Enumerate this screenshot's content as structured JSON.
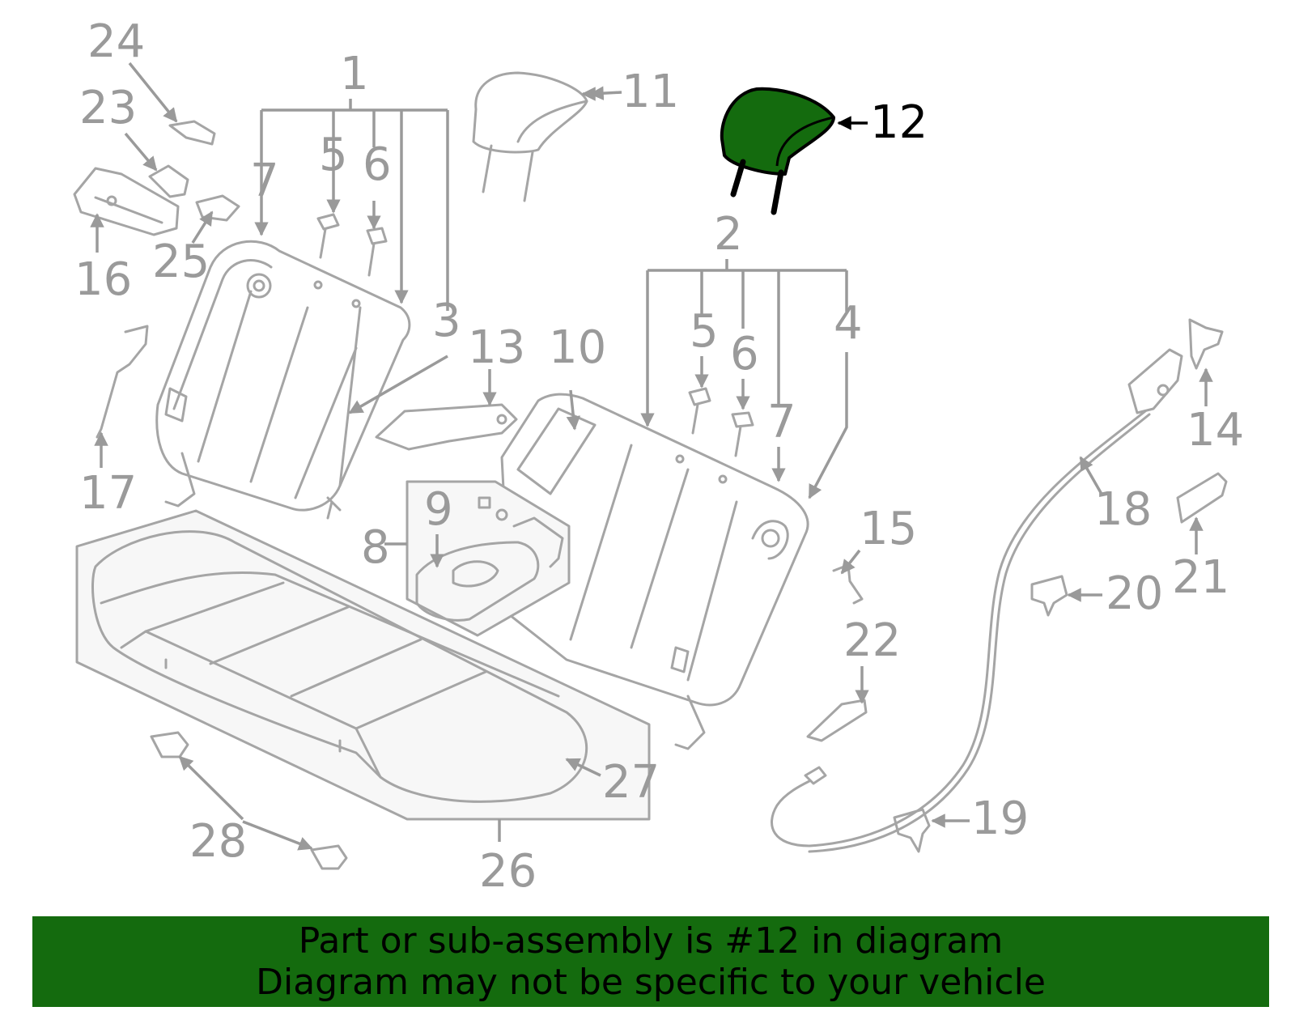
{
  "diagram": {
    "highlighted_part": "12",
    "highlight_color": "#146b0e",
    "callouts": {
      "c1": "1",
      "c2": "2",
      "c3": "3",
      "c4": "4",
      "c5a": "5",
      "c5b": "5",
      "c6a": "6",
      "c6b": "6",
      "c7a": "7",
      "c7b": "7",
      "c8": "8",
      "c9": "9",
      "c10": "10",
      "c11": "11",
      "c12": "12",
      "c13": "13",
      "c14": "14",
      "c15": "15",
      "c16": "16",
      "c17": "17",
      "c18": "18",
      "c19": "19",
      "c20": "20",
      "c21": "21",
      "c22": "22",
      "c23": "23",
      "c24": "24",
      "c25": "25",
      "c26": "26",
      "c27": "27",
      "c28": "28"
    }
  },
  "banner": {
    "line1": "Part or sub-assembly is #12 in diagram",
    "line2": "Diagram may not be specific to your vehicle"
  }
}
